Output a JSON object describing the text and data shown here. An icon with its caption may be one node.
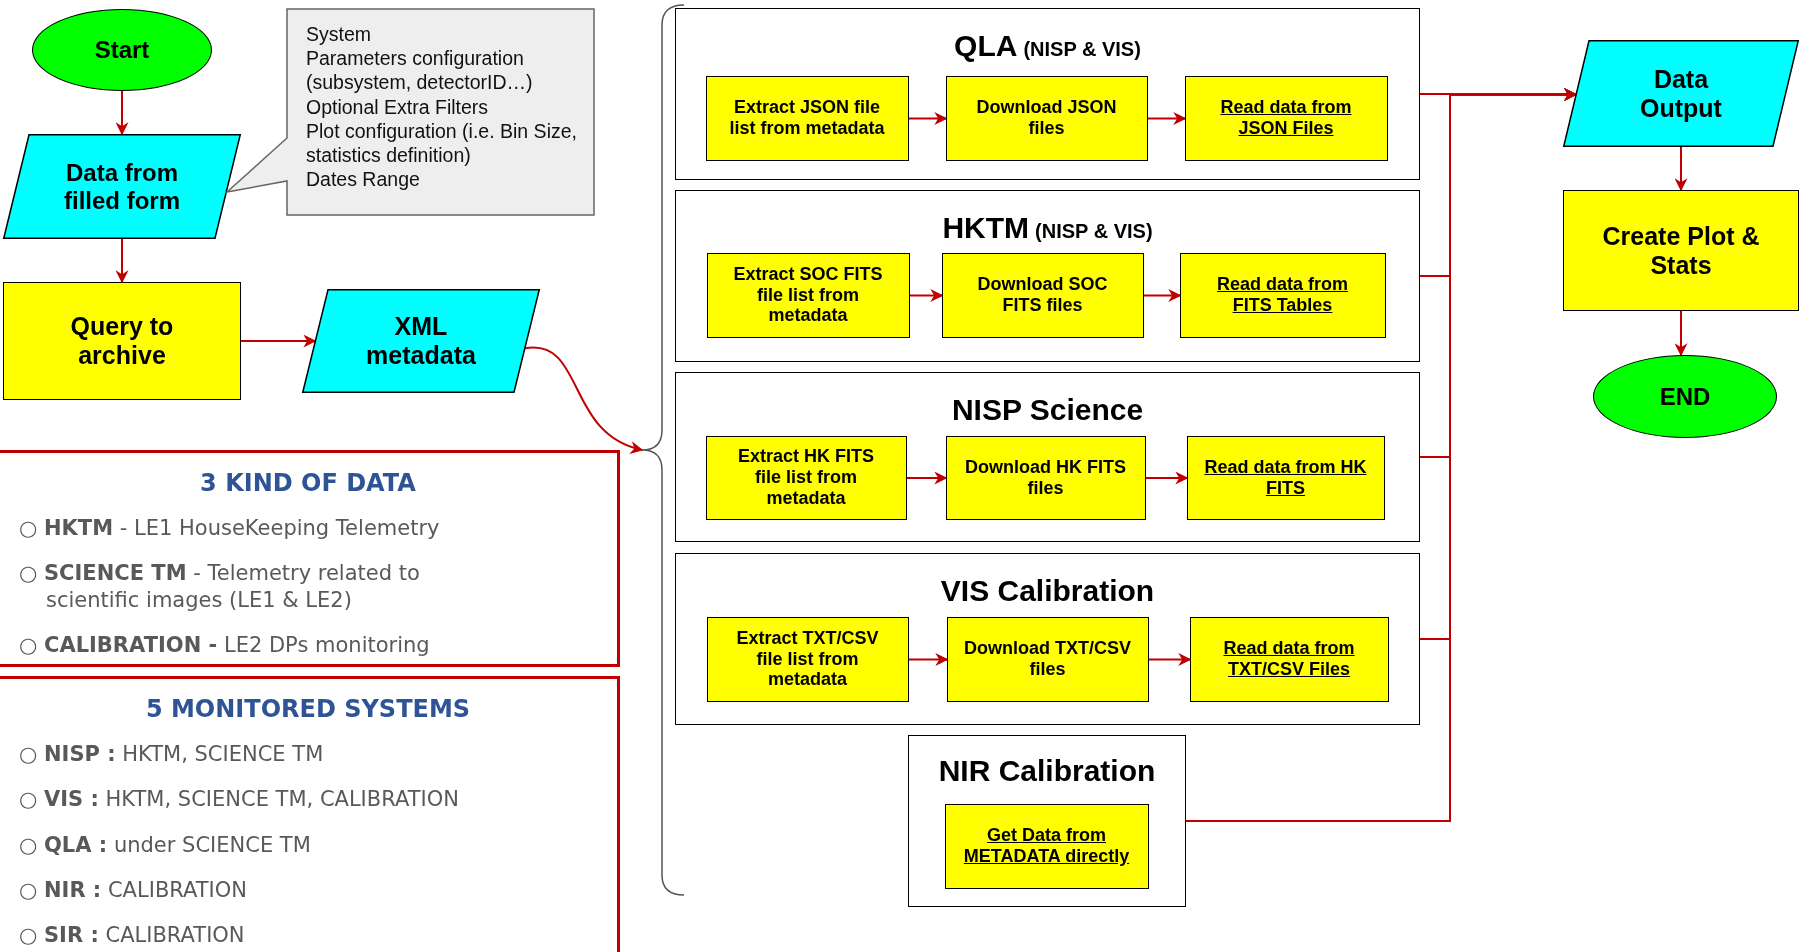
{
  "diagram": {
    "nodes": [
      {
        "text": [
          "Start"
        ]
      },
      {
        "text": [
          "Data from filled form"
        ]
      },
      {
        "text": [
          "System",
          "Parameters configuration (subsystem, detectorID…)",
          "Optional Extra Filters",
          "Plot configuration (i.e. Bin Size, statistics definition)",
          "Dates Range"
        ]
      },
      {
        "text": [
          "Query to archive"
        ]
      },
      {
        "text": [
          "XML metadata"
        ]
      },
      {
        "text": [
          "QLA",
          "(NISP & VIS)"
        ]
      },
      {
        "text": [
          "Extract JSON file list from metadata"
        ],
        "in": 5
      },
      {
        "text": [
          "Download JSON files"
        ],
        "in": 5
      },
      {
        "text": [
          "Read data from JSON Files"
        ],
        "in": 5
      },
      {
        "text": [
          "HKTM",
          "(NISP & VIS)"
        ]
      },
      {
        "text": [
          "Extract SOC FITS file list from metadata"
        ],
        "in": 9
      },
      {
        "text": [
          "Download SOC FITS files"
        ],
        "in": 9
      },
      {
        "text": [
          "Read data from FITS Tables"
        ],
        "in": 9
      },
      {
        "text": [
          "NISP Science"
        ]
      },
      {
        "text": [
          "Extract HK FITS file list from metadata"
        ],
        "in": 13
      },
      {
        "text": [
          "Download HK FITS files"
        ],
        "in": 13
      },
      {
        "text": [
          "Read data from HK FITS"
        ],
        "in": 13
      },
      {
        "text": [
          "VIS Calibration"
        ]
      },
      {
        "text": [
          "Extract TXT/CSV file list from metadata"
        ],
        "in": 17
      },
      {
        "text": [
          "Download TXT/CSV files"
        ],
        "in": 17
      },
      {
        "text": [
          "Read data from TXT/CSV Files"
        ],
        "in": 17
      },
      {
        "text": [
          "NIR Calibration"
        ]
      },
      {
        "text": [
          "Get Data from METADATA directly"
        ],
        "in": 21
      },
      {
        "text": [
          "Data Output"
        ]
      },
      {
        "text": [
          "Create Plot & Stats"
        ]
      },
      {
        "text": [
          "END"
        ]
      },
      {
        "text": [
          "3 KIND OF DATA",
          "○ **HKTM** - LE1 HouseKeeping Telemetry",
          "○ **SCIENCE TM** - Telemetry related to scientific images (LE1 & LE2)",
          "○ **CALIBRATION -** LE2 DPs monitoring"
        ]
      },
      {
        "text": [],
        "shape": "brace"
      },
      {
        "text": [
          "5 MONITORED SYSTEMS",
          "○ **NISP :** HKTM, SCIENCE TM",
          "○ **VIS :** HKTM, SCIENCE TM, CALIBRATION",
          "○ **QLA :** under SCIENCE TM",
          "○ **NIR :** CALIBRATION",
          "○ **SIR :** CALIBRATION"
        ]
      }
    ],
    "edges": [
      {
        "from": 0,
        "to": 1,
        "arrow": "to"
      },
      {
        "from": 1,
        "to": 3,
        "arrow": "to"
      },
      {
        "from": 3,
        "to": 4,
        "arrow": "to"
      },
      {
        "from": 4,
        "to": 27,
        "arrow": "to"
      },
      {
        "from": 6,
        "to": 7,
        "arrow": "to"
      },
      {
        "from": 7,
        "to": 8,
        "arrow": "to"
      },
      {
        "from": 10,
        "to": 11,
        "arrow": "to"
      },
      {
        "from": 11,
        "to": 12,
        "arrow": "to"
      },
      {
        "from": 14,
        "to": 15,
        "arrow": "to"
      },
      {
        "from": 15,
        "to": 16,
        "arrow": "to"
      },
      {
        "from": 18,
        "to": 19,
        "arrow": "to"
      },
      {
        "from": 19,
        "to": 20,
        "arrow": "to"
      },
      {
        "from": 5,
        "to": 23,
        "arrow": "to"
      },
      {
        "from": 9,
        "to": 23,
        "arrow": "to"
      },
      {
        "from": 13,
        "to": 23,
        "arrow": "to"
      },
      {
        "from": 17,
        "to": 23,
        "arrow": "to"
      },
      {
        "from": 21,
        "to": 23,
        "arrow": "to"
      },
      {
        "from": 23,
        "to": 24,
        "arrow": "to"
      },
      {
        "from": 24,
        "to": 25,
        "arrow": "to"
      }
    ]
  }
}
